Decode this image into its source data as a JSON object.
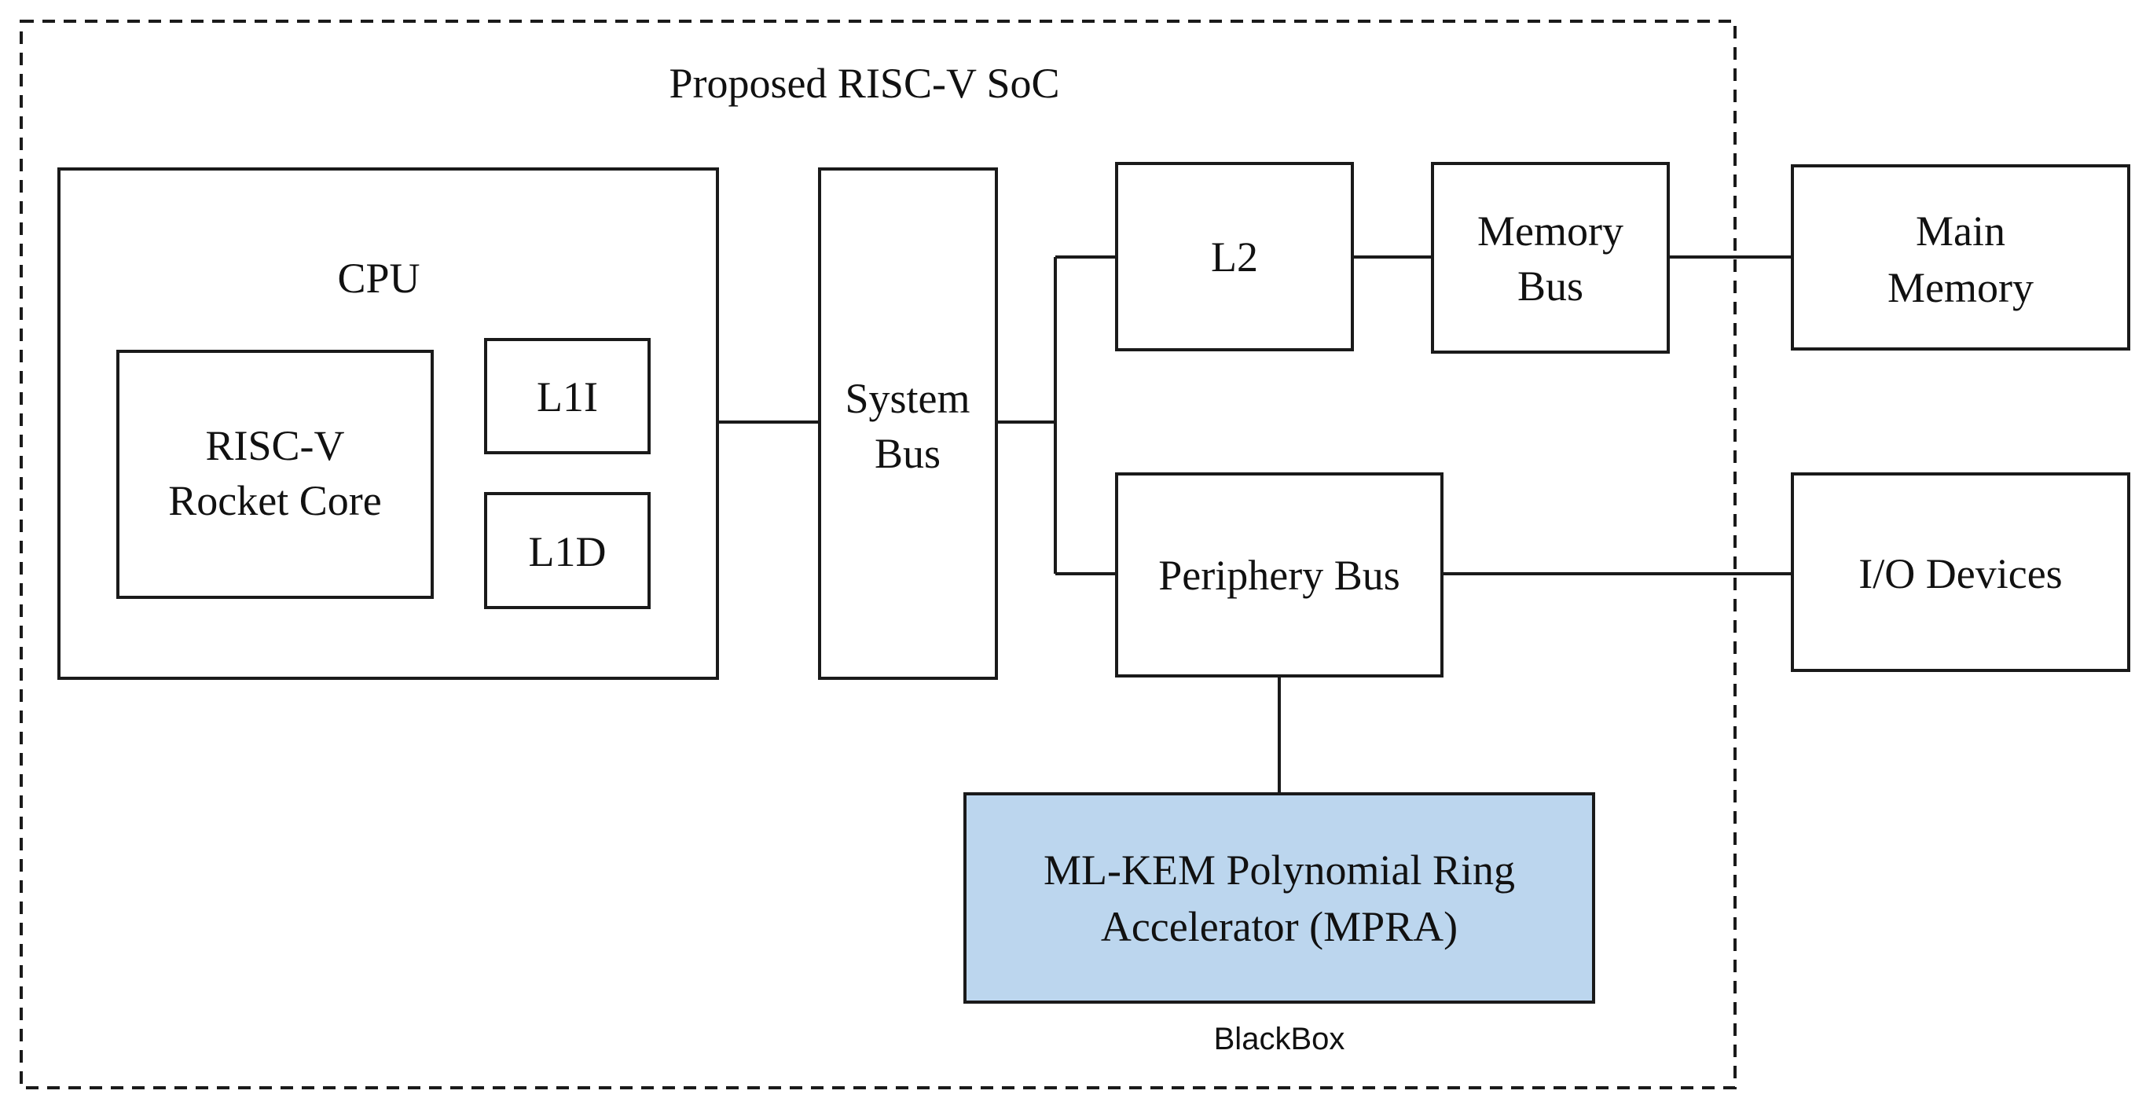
{
  "soc": {
    "title": "Proposed RISC-V SoC"
  },
  "cpu": {
    "label": "CPU",
    "core_line1": "RISC-V",
    "core_line2": "Rocket Core",
    "l1i": "L1I",
    "l1d": "L1D"
  },
  "system_bus": {
    "line1": "System",
    "line2": "Bus"
  },
  "l2": {
    "label": "L2"
  },
  "memory_bus": {
    "line1": "Memory",
    "line2": "Bus"
  },
  "main_memory": {
    "line1": "Main",
    "line2": "Memory"
  },
  "periphery_bus": {
    "label": "Periphery Bus"
  },
  "io_devices": {
    "label": "I/O Devices"
  },
  "accelerator": {
    "line1": "ML-KEM Polynomial Ring",
    "line2": "Accelerator (MPRA)",
    "caption": "BlackBox"
  },
  "colors": {
    "accelerator_fill": "#bcd6ee",
    "line": "#1a1a1a",
    "text": "#111111"
  }
}
